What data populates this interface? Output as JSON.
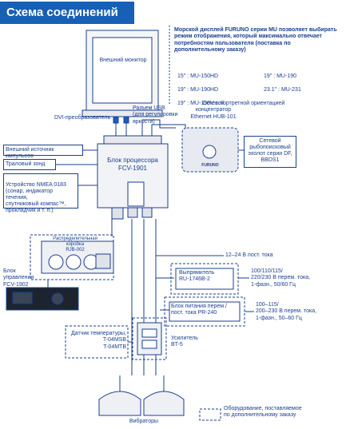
{
  "title": "Схема соединений",
  "monitor": {
    "label": "Внешний монитор"
  },
  "info": {
    "text": "Морской дисплей FURUNO серии MU позволяет выбирать режим отображения, который максимально отвечает потребностям пользователя (поставка по дополнительному заказу)",
    "models_left": [
      "15\" : MU-150HD",
      "19\" : MU-190HD",
      "19\" : MU-190V с портретной ориентацией"
    ],
    "models_right": [
      "19\" : MU-190",
      "23.1\" : MU-231"
    ]
  },
  "usb_label": "Разъем USB\n(для регулировки\nяркости)",
  "dvi_label": "DVI-преобразователь",
  "hub": {
    "label": "Сетевой\nконцентратор\nEthernet  HUB-101",
    "brand": "FURUNO"
  },
  "sonar": {
    "label": "Сетевой\nрыбопоисковый\nэхолот серии DF,\nBBDS1"
  },
  "processor": {
    "label": "Блок процессора\nFCV-1901"
  },
  "left_inputs": [
    "Внешний источник импульсов",
    "Траловый зонд",
    "Устройство NMEA 0183\n(сонар, индикатор течения,\nспутниковый компас™,\nпрокладчик и т. п.)"
  ],
  "junction_box": {
    "label": "Распределительная\nкоробка\nRJB-002"
  },
  "control_unit": {
    "label": "Блок\nуправления\nFCV-1902"
  },
  "dc_label": "12–24 В пост. тока",
  "rectifier": {
    "label": "Выпрямитель\nRU-1746B-2",
    "power": "100/110/115/\n220/230 В перем. тока,\n1-фазн., 50/60 Гц"
  },
  "power_unit": {
    "label": "Блок питания перем./\nпост. тока PR-240",
    "power": "100–115/\n200–230 В перем. тока,\n1-фазн., 50–60 Гц"
  },
  "temp_sensor": {
    "label": "Датчик температуры,\nT-04MSB\nT-04MTB"
  },
  "amplifier": {
    "label": "Усилитель\nBT-5"
  },
  "transducers_label": "Вибраторы",
  "legend": "Оборудование, поставляемое\nпо дополнительному заказу",
  "colors": {
    "accent": "#1660b5",
    "line": "#1a3f8f"
  }
}
